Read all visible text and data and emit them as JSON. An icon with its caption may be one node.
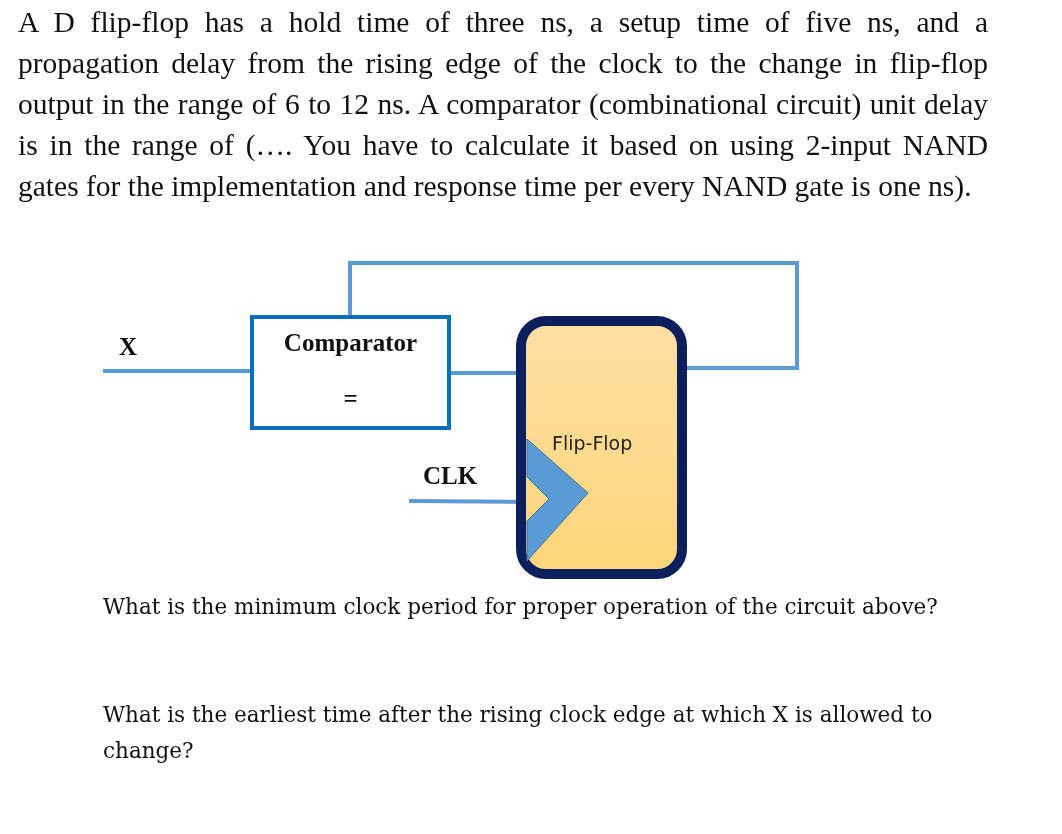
{
  "diagram": {
    "nodes": [
      {
        "text": [
          "X"
        ]
      },
      {
        "text": [
          "Comparator",
          "="
        ]
      },
      {
        "text": [
          "Flip-Flop"
        ]
      },
      {
        "text": [
          "CLK"
        ]
      }
    ],
    "edges": [
      {
        "from": 0,
        "to": 1,
        "arrow": "none"
      },
      {
        "from": 1,
        "to": 2,
        "arrow": "none"
      },
      {
        "from": 2,
        "to": 1,
        "arrow": "none"
      },
      {
        "from": 3,
        "to": 2,
        "arrow": "none"
      }
    ],
    "labels": [
      "A D flip-flop has a hold time of three ns, a setup time of five ns, and a propagation delay from the rising edge of the clock to the change in flip-flop output in the range of 6 to 12 ns. A comparator (combinational circuit) unit delay is in the range of (…. You have to calculate it based on using 2-input NAND gates for the implementation and response time per every NAND gate is one ns).",
      "What is the minimum clock period for proper operation of the circuit above?",
      "What is the earliest time after the rising clock edge at which X is allowed to change?"
    ]
  }
}
